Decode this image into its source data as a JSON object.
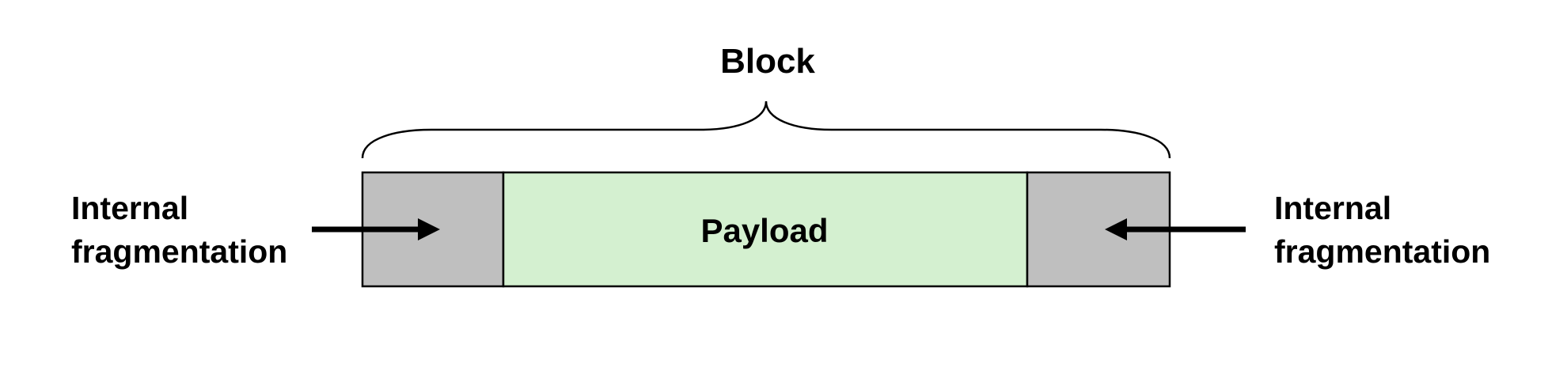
{
  "block": {
    "label": "Block"
  },
  "payload": {
    "label": "Payload",
    "fill": "#d4f0d0"
  },
  "padding": {
    "fill": "#bfbfbf"
  },
  "fragmentation_left": {
    "line1": "Internal",
    "line2": "fragmentation"
  },
  "fragmentation_right": {
    "line1": "Internal",
    "line2": "fragmentation"
  },
  "colors": {
    "stroke": "#000000",
    "background": "#ffffff"
  }
}
